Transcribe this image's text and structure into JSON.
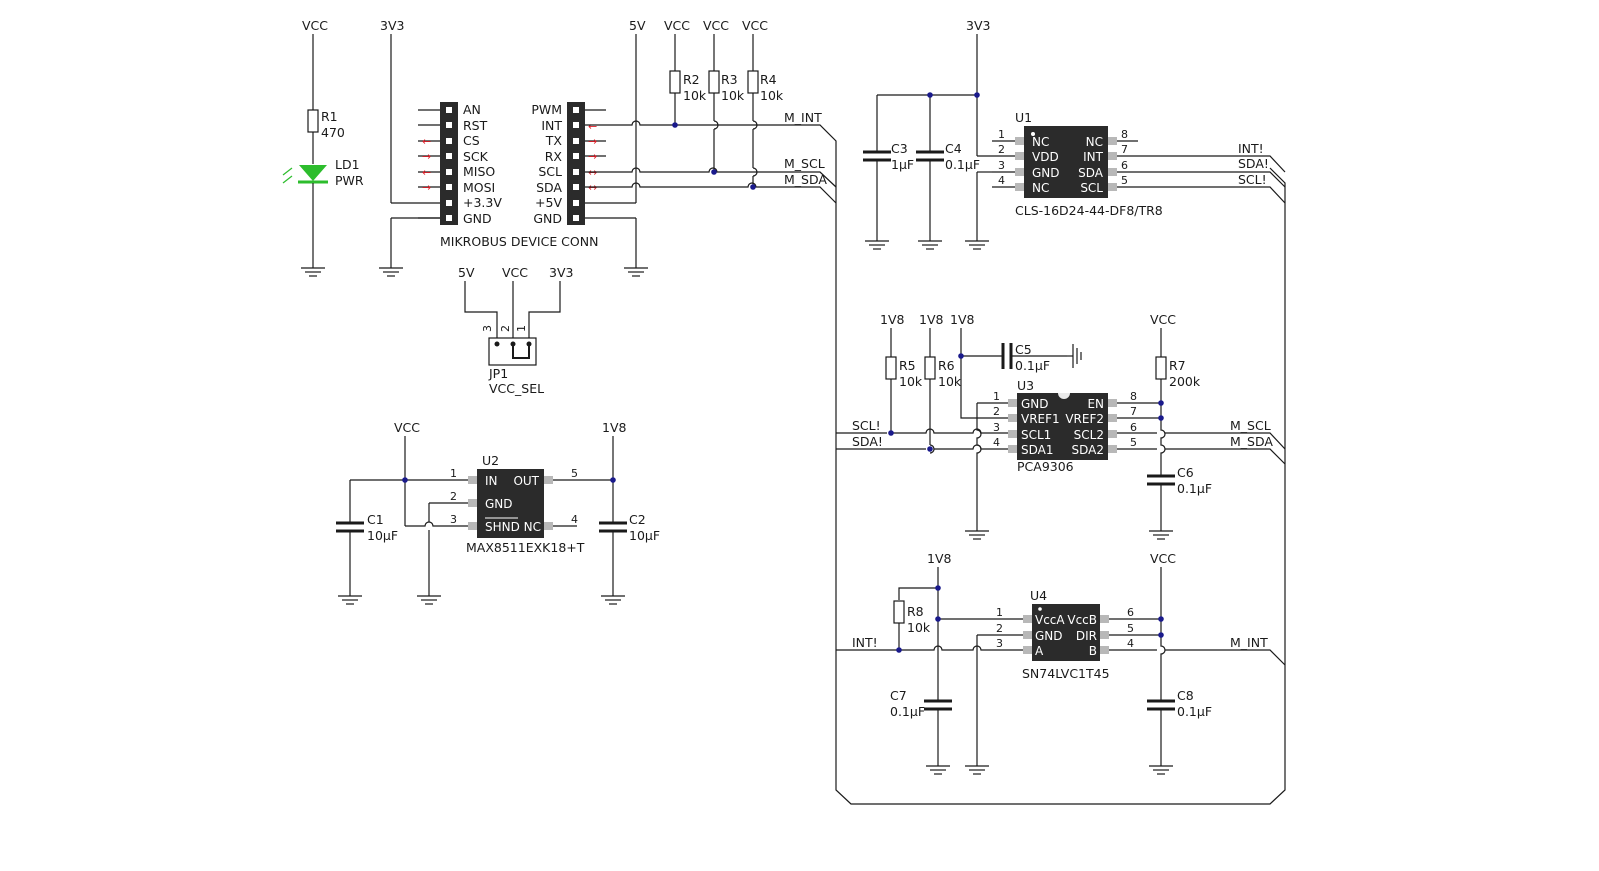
{
  "rails": {
    "vcc": "VCC",
    "v3v3": "3V3",
    "v5": "5V",
    "v1v8": "1V8"
  },
  "r1": {
    "ref": "R1",
    "value": "470"
  },
  "ld1": {
    "ref": "LD1",
    "value": "PWR"
  },
  "r2": {
    "ref": "R2",
    "value": "10k"
  },
  "r3": {
    "ref": "R3",
    "value": "10k"
  },
  "r4": {
    "ref": "R4",
    "value": "10k"
  },
  "r5": {
    "ref": "R5",
    "value": "10k"
  },
  "r6": {
    "ref": "R6",
    "value": "10k"
  },
  "r7": {
    "ref": "R7",
    "value": "200k"
  },
  "r8": {
    "ref": "R8",
    "value": "10k"
  },
  "c1": {
    "ref": "C1",
    "value": "10µF"
  },
  "c2": {
    "ref": "C2",
    "value": "10µF"
  },
  "c3": {
    "ref": "C3",
    "value": "1µF"
  },
  "c4": {
    "ref": "C4",
    "value": "0.1µF"
  },
  "c5": {
    "ref": "C5",
    "value": "0.1µF"
  },
  "c6": {
    "ref": "C6",
    "value": "0.1µF"
  },
  "c7": {
    "ref": "C7",
    "value": "0.1µF"
  },
  "c8": {
    "ref": "C8",
    "value": "0.1µF"
  },
  "mikrobus": {
    "title": "MIKROBUS DEVICE CONN",
    "left": [
      "AN",
      "RST",
      "CS",
      "SCK",
      "MISO",
      "MOSI",
      "+3.3V",
      "GND"
    ],
    "right": [
      "PWM",
      "INT",
      "TX",
      "RX",
      "SCL",
      "SDA",
      "+5V",
      "GND"
    ]
  },
  "jp1": {
    "ref": "JP1",
    "value": "VCC_SEL",
    "pins": [
      "3",
      "2",
      "1"
    ]
  },
  "u1": {
    "ref": "U1",
    "part": "CLS-16D24-44-DF8/TR8",
    "left_names": [
      "NC",
      "VDD",
      "GND",
      "NC"
    ],
    "left_nums": [
      "1",
      "2",
      "3",
      "4"
    ],
    "right_names": [
      "NC",
      "INT",
      "SDA",
      "SCL"
    ],
    "right_nums": [
      "8",
      "7",
      "6",
      "5"
    ]
  },
  "u2": {
    "ref": "U2",
    "part": "MAX8511EXK18+T",
    "left_names": [
      "IN",
      "GND",
      "SHND"
    ],
    "left_nums": [
      "1",
      "2",
      "3"
    ],
    "right_names": [
      "OUT",
      "NC"
    ],
    "right_nums": [
      "5",
      "4"
    ]
  },
  "u3": {
    "ref": "U3",
    "part": "PCA9306",
    "left_names": [
      "GND",
      "VREF1",
      "SCL1",
      "SDA1"
    ],
    "left_nums": [
      "1",
      "2",
      "3",
      "4"
    ],
    "right_names": [
      "EN",
      "VREF2",
      "SCL2",
      "SDA2"
    ],
    "right_nums": [
      "8",
      "7",
      "6",
      "5"
    ]
  },
  "u4": {
    "ref": "U4",
    "part": "SN74LVC1T45",
    "left_names": [
      "VccA",
      "GND",
      "A"
    ],
    "left_nums": [
      "1",
      "2",
      "3"
    ],
    "right_names": [
      "VccB",
      "DIR",
      "B"
    ],
    "right_nums": [
      "6",
      "5",
      "4"
    ]
  },
  "nets": {
    "m_int": "M_INT",
    "m_scl": "M_SCL",
    "m_sda": "M_SDA",
    "int_n": "INT!",
    "sda_n": "SDA!",
    "scl_n": "SCL!"
  },
  "colors": {
    "wire": "#1a1a1a",
    "chip": "#2b2b2b",
    "pad": "#b8b8b8",
    "junction": "#1a1a8c",
    "led": "#2dbd2d",
    "arrow": "#e0202a"
  }
}
